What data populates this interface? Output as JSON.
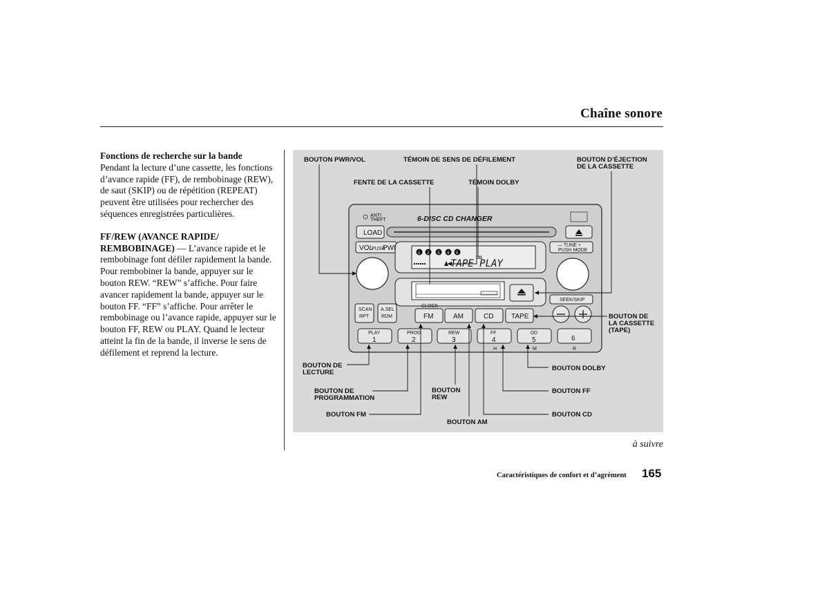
{
  "header": {
    "title": "Chaîne sonore"
  },
  "body": {
    "section1_heading": "Fonctions de recherche sur la bande",
    "section1_text": "Pendant la lecture d’une cassette, les fonctions d’avance rapide (FF), de rembobinage (REW), de saut (SKIP) ou de répétition (REPEAT) peuvent être utilisées pour rechercher des séquences enregistrées particulières.",
    "section2_heading": "FF/REW (AVANCE RAPIDE/ REMBOBINAGE)",
    "section2_text": "— L’avance rapide et le rembobinage font défiler rapidement la bande. Pour rembobiner la bande, appuyer sur le bouton REW. “REW” s’affiche. Pour faire avancer rapidement la bande, appuyer sur le bouton FF. “FF” s’affiche. Pour arrêter le rembobinage ou l’avance rapide, appuyer sur le bouton FF, REW ou PLAY. Quand le lecteur atteint la fin de la bande, il inverse le sens de défilement et reprend la lecture."
  },
  "figure": {
    "callouts": {
      "pwr_vol": "BOUTON PWR/VOL",
      "direction": "TÉMOIN DE SENS DE DÉFILEMENT",
      "eject_1": "BOUTON D’ÉJECTION",
      "eject_2": "DE LA CASSETTE",
      "slot": "FENTE DE LA CASSETTE",
      "dolby_ind": "TÉMOIN DOLBY",
      "tape_1": "BOUTON DE",
      "tape_2": "LA CASSETTE",
      "tape_3": "(TAPE)",
      "lecture_1": "BOUTON DE",
      "lecture_2": "LECTURE",
      "dolby_btn": "BOUTON DOLBY",
      "prog_1": "BOUTON DE",
      "prog_2": "PROGRAMMATION",
      "rew_1": "BOUTON",
      "rew_2": "REW",
      "ff_btn": "BOUTON FF",
      "fm_btn": "BOUTON FM",
      "cd_btn": "BOUTON CD",
      "am_btn": "BOUTON AM"
    },
    "radio": {
      "anti_theft_1": "ANTI",
      "anti_theft_2": "THEFT",
      "changer": "6-DISC CD CHANGER",
      "load": "LOAD",
      "vol": "VOL",
      "push": "PUSH",
      "pwr": "PWR",
      "tune": "— TUNE +",
      "push_mode": "PUSH MODE",
      "display": "TAPE PLAY",
      "dolby_mark": "DD",
      "discs": [
        "1",
        "2",
        "3",
        "4",
        "5"
      ],
      "scan": "SCAN",
      "rpt": "RPT",
      "asel": "A.SEL",
      "rdm": "RDM",
      "clock": "CLOCK",
      "fm": "FM",
      "am": "AM",
      "cd": "CD",
      "tape": "TAPE",
      "seek": "SEEK/SKIP",
      "presets": [
        {
          "top": "PLAY",
          "num": "1"
        },
        {
          "top": "PROG",
          "num": "2"
        },
        {
          "top": "REW",
          "num": "3"
        },
        {
          "top": "FF",
          "num": "4"
        },
        {
          "top": "DD",
          "num": "5"
        },
        {
          "top": "",
          "num": "6"
        }
      ],
      "h": "H",
      "m": "M",
      "r": "R"
    }
  },
  "continued": "à suivre",
  "footer": {
    "text": "Caractéristiques de confort et d’agrément",
    "page": "165"
  }
}
